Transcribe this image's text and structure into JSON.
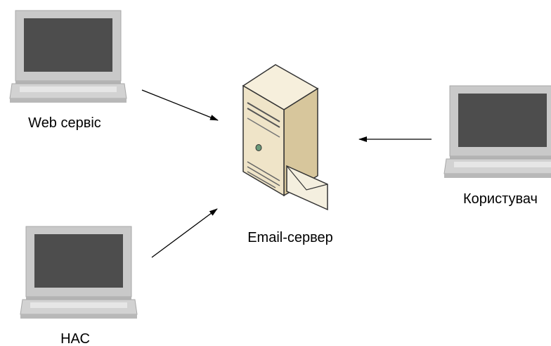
{
  "nodes": {
    "web_service": {
      "label": "Web сервіс",
      "icon": "laptop-icon"
    },
    "nas": {
      "label": "НАС",
      "icon": "laptop-icon"
    },
    "user": {
      "label": "Користувач",
      "icon": "laptop-icon"
    },
    "email_server": {
      "label": "Email-сервер",
      "icon": "server-with-envelope-icon"
    }
  },
  "connections": [
    {
      "from": "web_service",
      "to": "email_server"
    },
    {
      "from": "nas",
      "to": "email_server"
    },
    {
      "from": "user",
      "to": "email_server"
    }
  ],
  "colors": {
    "laptop_frame": "#c8c8c8",
    "laptop_screen": "#4d4d4d",
    "server_body": "#efe4c8",
    "server_side": "#d6c59a",
    "arrow": "#000000"
  }
}
